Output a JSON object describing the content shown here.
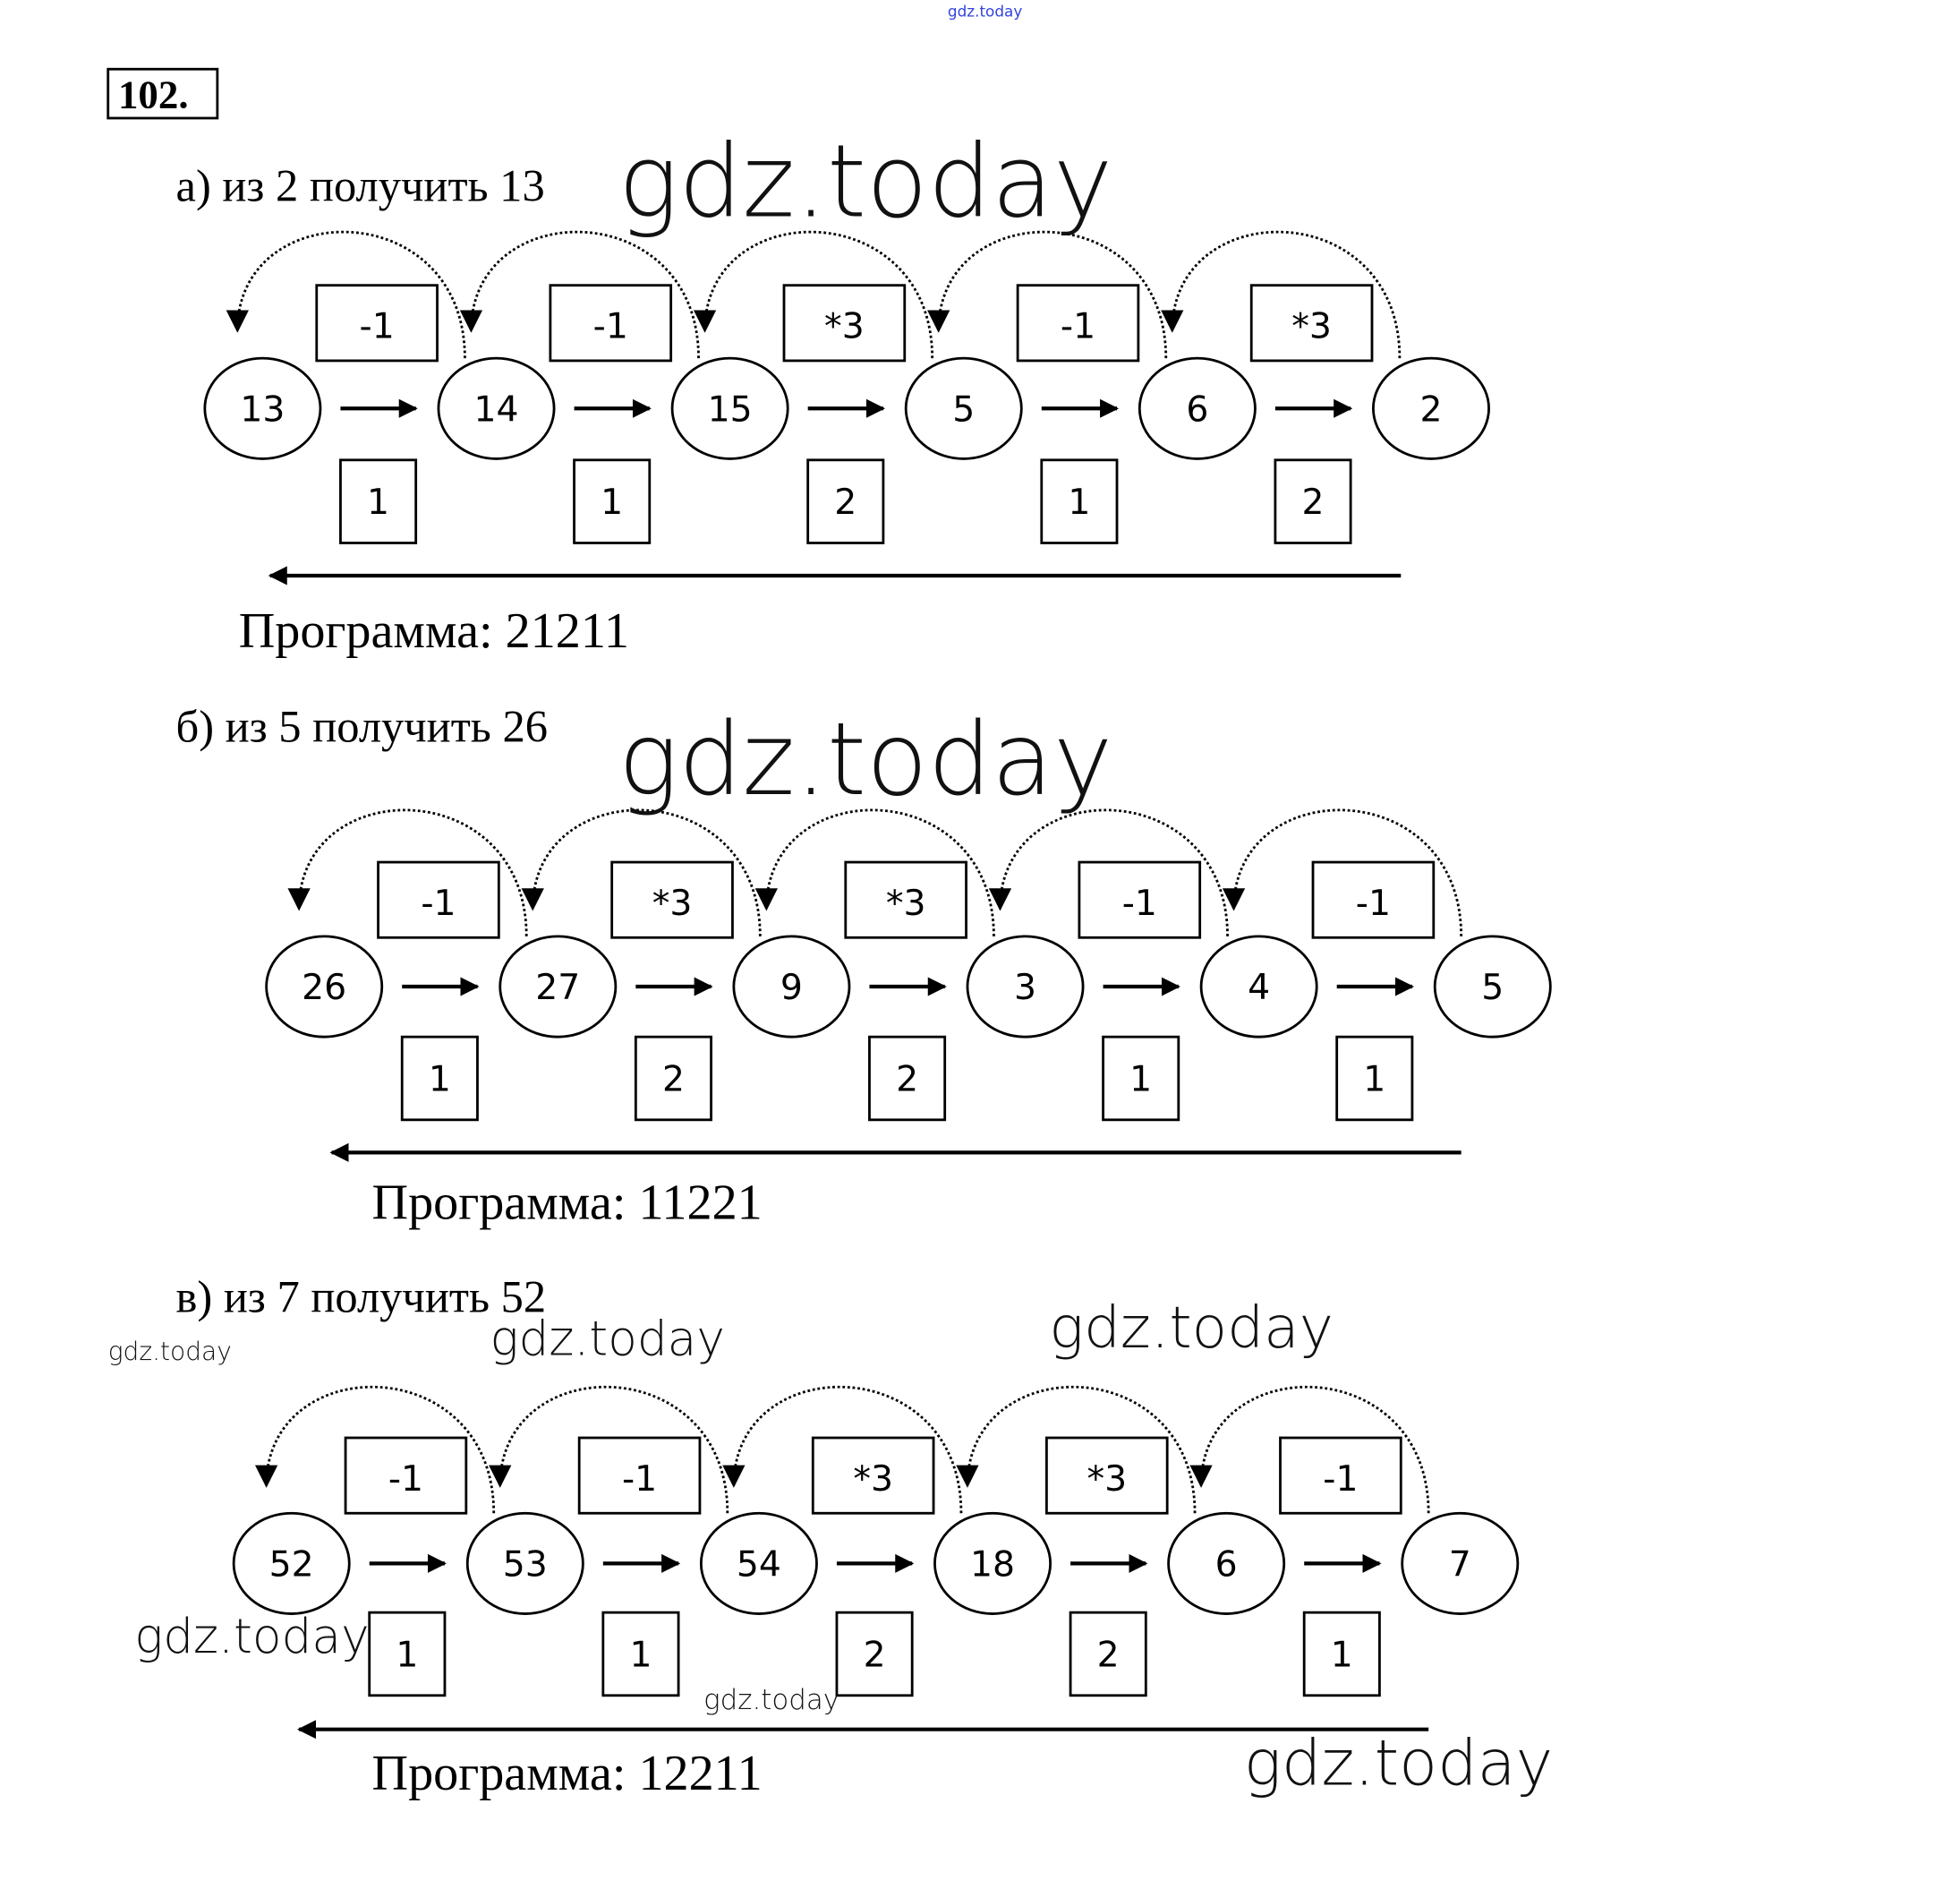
{
  "top_watermark": "gdz.today",
  "task_number": "102.",
  "parts": [
    {
      "heading": "а)  из 2 получить 13",
      "nodes": [
        "13",
        "14",
        "15",
        "5",
        "6",
        "2"
      ],
      "ops": [
        "-1",
        "-1",
        "*3",
        "-1",
        "*3"
      ],
      "codes": [
        "1",
        "1",
        "2",
        "1",
        "2"
      ],
      "program": "Программа: 21211"
    },
    {
      "heading": "б)  из 5 получить 26",
      "nodes": [
        "26",
        "27",
        "9",
        "3",
        "4",
        "5"
      ],
      "ops": [
        "-1",
        "*3",
        "*3",
        "-1",
        "-1"
      ],
      "codes": [
        "1",
        "2",
        "2",
        "1",
        "1"
      ],
      "program": "Программа: 11221"
    },
    {
      "heading": "в)  из 7 получить 52",
      "nodes": [
        "52",
        "53",
        "54",
        "18",
        "6",
        "7"
      ],
      "ops": [
        "-1",
        "-1",
        "*3",
        "*3",
        "-1"
      ],
      "codes": [
        "1",
        "1",
        "2",
        "2",
        "1"
      ],
      "program": "Программа: 12211"
    }
  ],
  "watermarks": [
    "gdz.today",
    "gdz.today",
    "gdz.today",
    "gdz.today",
    "gdz.today",
    "gdz.today",
    "gdz.today",
    "gdz.today"
  ]
}
